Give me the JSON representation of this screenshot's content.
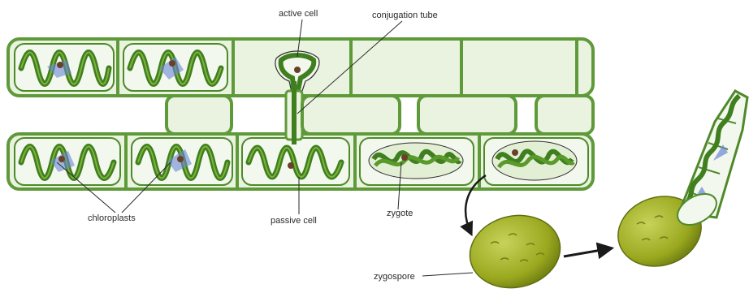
{
  "labels": {
    "active_cell": "active cell",
    "conjugation_tube": "conjugation tube",
    "chloroplasts": "chloroplasts",
    "passive_cell": "passive cell",
    "zygote": "zygote",
    "zygospore": "zygospore"
  },
  "colors": {
    "cell_wall": "#5f9a3a",
    "cell_fill": "#f3f8ee",
    "chloroplast": "#3f7f1f",
    "chloroplast_light": "#7fb43a",
    "pyrenoid_blue": "#6b86d6",
    "nucleus": "#6b3f2a",
    "zygospore": "#a7b52a",
    "zygospore_dark": "#6f7f15",
    "arrow": "#1a1a1a"
  }
}
